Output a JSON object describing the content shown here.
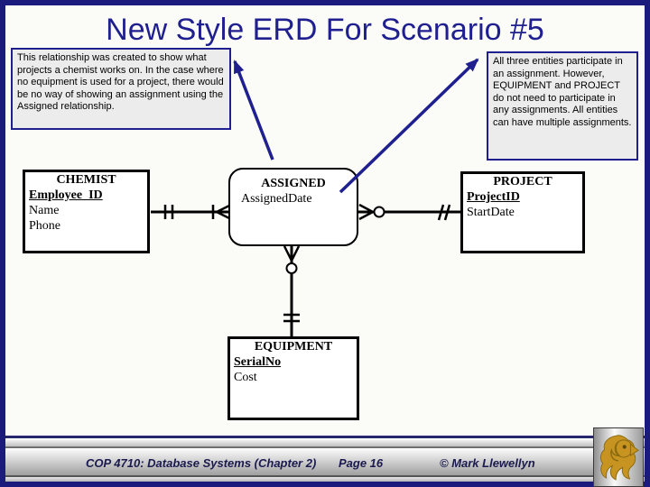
{
  "slide": {
    "title": "New Style ERD For Scenario #5"
  },
  "notes": {
    "left": "This relationship was created to show what projects a chemist works on.  In the case where no equipment is used for a project, there would be no way of showing an assignment using the Assigned relationship.",
    "right": "All three entities participate in an assignment.  However, EQUIPMENT and PROJECT do not need to participate in any assignments.  All entities can have multiple assignments."
  },
  "diagram": {
    "entities": [
      {
        "name": "CHEMIST",
        "key": "Employee_ID",
        "attributes": [
          "Name",
          "Phone"
        ]
      },
      {
        "name": "ASSIGNED",
        "attributes": [
          "AssignedDate"
        ]
      },
      {
        "name": "PROJECT",
        "key": "ProjectID",
        "attributes": [
          "StartDate"
        ]
      },
      {
        "name": "EQUIPMENT",
        "key": "SerialNo",
        "attributes": [
          "Cost"
        ]
      }
    ],
    "relationships": [
      {
        "from": "CHEMIST",
        "to": "ASSIGNED",
        "from_cardinality": "one and only one",
        "to_cardinality": "one or many"
      },
      {
        "from": "ASSIGNED",
        "to": "PROJECT",
        "from_cardinality": "zero or many",
        "to_cardinality": "one and only one"
      },
      {
        "from": "ASSIGNED",
        "to": "EQUIPMENT",
        "from_cardinality": "zero or many",
        "to_cardinality": "one and only one"
      }
    ]
  },
  "footer": {
    "course": "COP 4710: Database Systems  (Chapter 2)",
    "page": "Page 16",
    "copyright": "© Mark Llewellyn"
  },
  "colors": {
    "frame_navy": "#1b1b7e",
    "title_navy": "#1f1f8f",
    "note_fill": "#ececec",
    "connector_black": "#000000",
    "logo_gold": "#C79321"
  }
}
